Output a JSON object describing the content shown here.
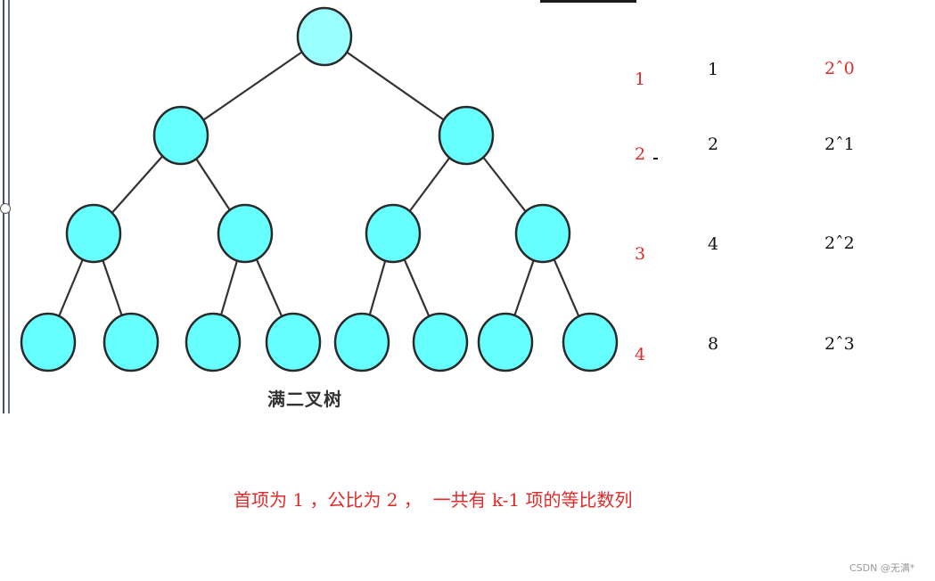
{
  "tree": {
    "caption": "满二叉树",
    "node_color": "#66ffff",
    "root_color": "#99ffff"
  },
  "levels": [
    {
      "level": "1",
      "count": "1",
      "power": "2ˆ0"
    },
    {
      "level": "2",
      "count": "2",
      "power": "2ˆ1"
    },
    {
      "level": "3",
      "count": "4",
      "power": "2ˆ2"
    },
    {
      "level": "4",
      "count": "8",
      "power": "2ˆ3"
    }
  ],
  "summary": "首项为 1 ，公比为 2 ，  一共有 k-1 项的等比数列",
  "watermark": "CSDN @无满*",
  "colors": {
    "accent": "#e02a2a",
    "text": "#111111"
  }
}
